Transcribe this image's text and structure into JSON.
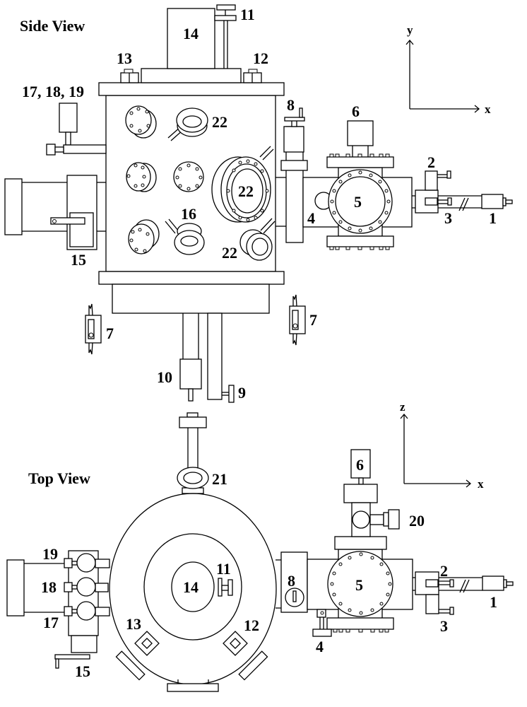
{
  "side_view": {
    "title": "Side View",
    "axes": {
      "vertical": "y",
      "horizontal": "x"
    },
    "labels": {
      "l1": "1",
      "l2": "2",
      "l3": "3",
      "l4": "4",
      "l5": "5",
      "l6": "6",
      "l7a": "7",
      "l7b": "7",
      "l8": "8",
      "l9": "9",
      "l10": "10",
      "l11": "11",
      "l12": "12",
      "l13": "13",
      "l14": "14",
      "l15": "15",
      "l16": "16",
      "l171819": "17, 18, 19",
      "l22a": "22",
      "l22b": "22",
      "l22c": "22"
    }
  },
  "top_view": {
    "title": "Top View",
    "axes": {
      "vertical": "z",
      "horizontal": "x"
    },
    "labels": {
      "l1": "1",
      "l2": "2",
      "l3": "3",
      "l4": "4",
      "l5": "5",
      "l6": "6",
      "l8": "8",
      "l11": "11",
      "l12": "12",
      "l13": "13",
      "l14": "14",
      "l15": "15",
      "l17": "17",
      "l18": "18",
      "l19": "19",
      "l20": "20",
      "l21": "21"
    }
  }
}
